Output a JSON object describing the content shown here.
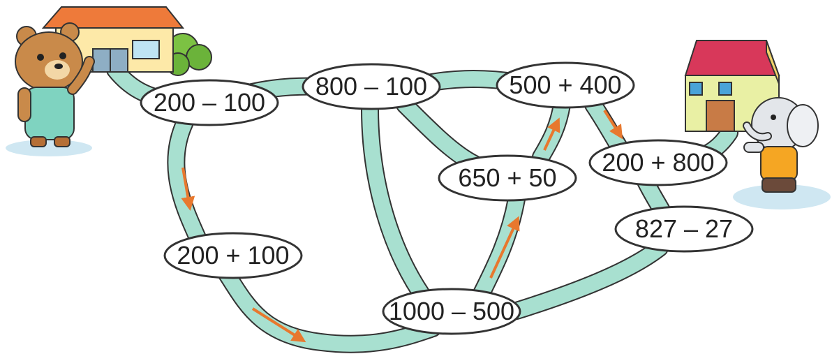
{
  "colors": {
    "path_fill": "#a8e0d0",
    "path_stroke": "#333333",
    "arrow": "#e8782e",
    "house_left_roof": "#ee7a3a",
    "house_left_wall": "#fde9a8",
    "house_right_roof": "#d8385a",
    "house_right_wall": "#e9f0a4",
    "bear": "#c98a4a",
    "bear_overalls": "#7fd3c0",
    "elephant": "#e3e6ea",
    "elephant_shirt": "#f5a623"
  },
  "characters": {
    "left": {
      "icon": "bear-icon"
    },
    "right": {
      "icon": "elephant-icon"
    }
  },
  "houses": {
    "left": {
      "icon": "house-icon"
    },
    "right": {
      "icon": "house-icon"
    }
  },
  "nodes": [
    {
      "id": "n1",
      "text": "200 – 100"
    },
    {
      "id": "n2",
      "text": "800 – 100"
    },
    {
      "id": "n3",
      "text": "500 + 400"
    },
    {
      "id": "n4",
      "text": "650 + 50"
    },
    {
      "id": "n5",
      "text": "200 + 800"
    },
    {
      "id": "n6",
      "text": "827 – 27"
    },
    {
      "id": "n7",
      "text": "200 + 100"
    },
    {
      "id": "n8",
      "text": "1000 – 500"
    }
  ]
}
